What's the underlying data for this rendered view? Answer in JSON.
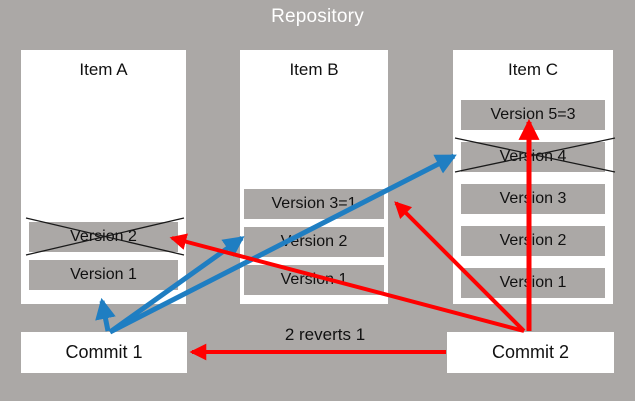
{
  "diagram": {
    "title": "Repository",
    "background_color": "#ABA8A6",
    "box_color": "#FFFFFF",
    "row_color": "#ABA8A6",
    "blue_color": "#1F7EC2",
    "red_color": "#FF0000",
    "items": [
      {
        "id": "item-a",
        "title": "Item A",
        "rows": [
          {
            "label": "Version 2",
            "crossed_out": true
          },
          {
            "label": "Version 1",
            "crossed_out": false
          }
        ]
      },
      {
        "id": "item-b",
        "title": "Item B",
        "rows": [
          {
            "label": "Version 3=1",
            "crossed_out": false
          },
          {
            "label": "Version 2",
            "crossed_out": false
          },
          {
            "label": "Version 1",
            "crossed_out": false
          }
        ]
      },
      {
        "id": "item-c",
        "title": "Item C",
        "rows": [
          {
            "label": "Version 5=3",
            "crossed_out": false
          },
          {
            "label": "Version 4",
            "crossed_out": true
          },
          {
            "label": "Version 3",
            "crossed_out": false
          },
          {
            "label": "Version 2",
            "crossed_out": false
          },
          {
            "label": "Version 1",
            "crossed_out": false
          }
        ]
      }
    ],
    "commits": [
      {
        "id": "commit-1",
        "label": "Commit 1"
      },
      {
        "id": "commit-2",
        "label": "Commit 2"
      }
    ],
    "edge_labels": [
      {
        "id": "reverts",
        "text": "2 reverts 1"
      }
    ]
  }
}
